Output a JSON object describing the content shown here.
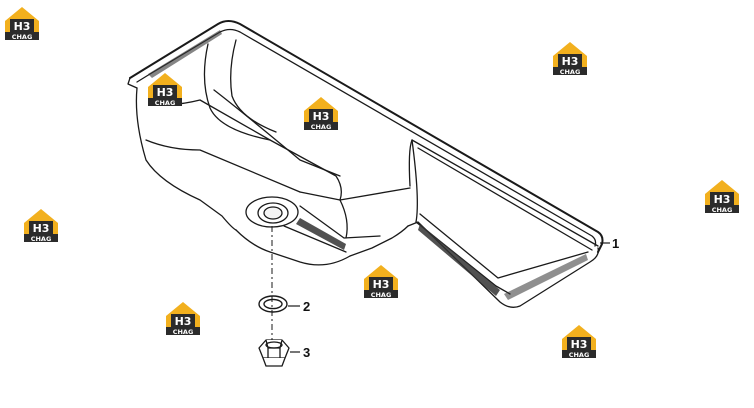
{
  "callouts": [
    {
      "number": "1",
      "part": "oil-pan"
    },
    {
      "number": "2",
      "part": "sealing-washer"
    },
    {
      "number": "3",
      "part": "drain-plug"
    }
  ],
  "watermark": {
    "brand": "H3",
    "sub": "CHAG",
    "colors": {
      "gold": "#f2b01e",
      "dark": "#2b2b2b",
      "white": "#ffffff"
    }
  },
  "colors": {
    "line": "#1a1a1a",
    "hatch": "#333333"
  }
}
